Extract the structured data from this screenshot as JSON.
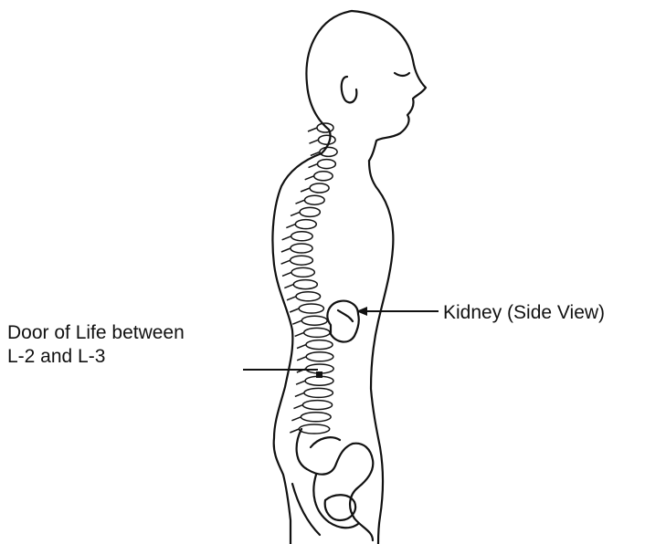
{
  "labels": {
    "door_of_life_line1": "Door of Life between",
    "door_of_life_line2": "L-2 and L-3",
    "kidney": "Kidney (Side View)"
  },
  "colors": {
    "line": "#111111",
    "background": "#ffffff"
  }
}
